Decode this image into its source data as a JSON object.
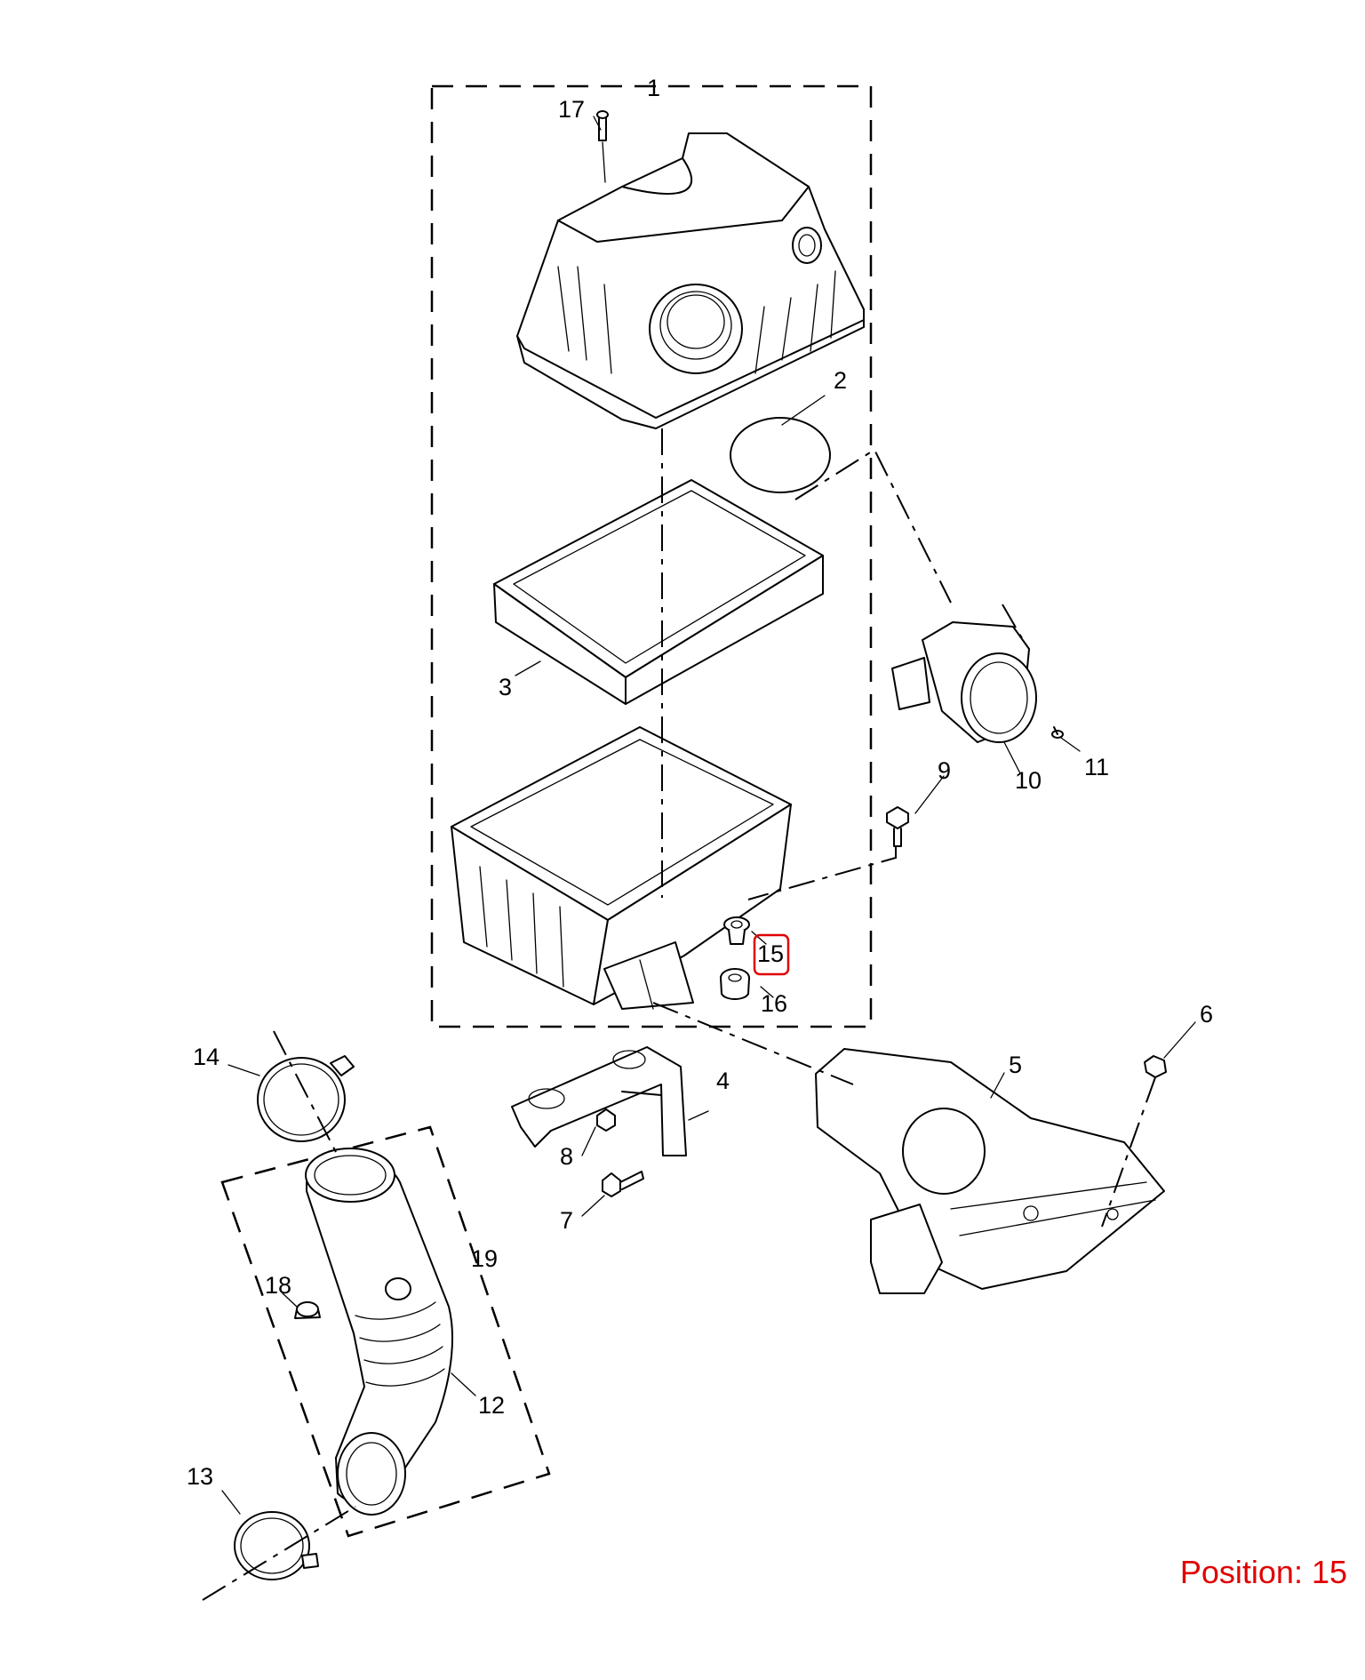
{
  "callouts": {
    "c1": "1",
    "c2": "2",
    "c3": "3",
    "c4": "4",
    "c5": "5",
    "c6": "6",
    "c7": "7",
    "c8": "8",
    "c9": "9",
    "c10": "10",
    "c11": "11",
    "c12": "12",
    "c13": "13",
    "c14": "14",
    "c15": "15",
    "c16": "16",
    "c17": "17",
    "c18": "18",
    "c19": "19"
  },
  "position": "Position: 15",
  "highlight": {
    "part": "15",
    "color": "#e00000"
  }
}
